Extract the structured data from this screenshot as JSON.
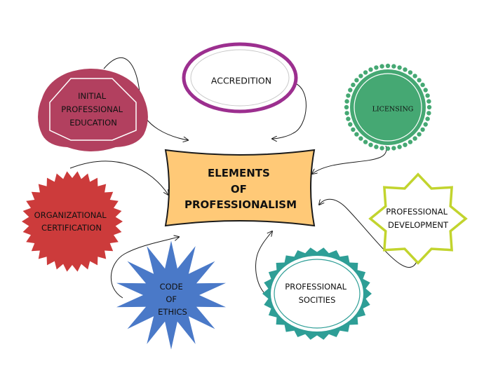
{
  "center": {
    "lines": [
      "ELEMENTS",
      "OF",
      "PROFESSIONALISM"
    ],
    "fill": "#ffc977"
  },
  "nodes": {
    "initial_education": {
      "lines": [
        "INITIAL",
        "PROFESSIONAL",
        "EDUCATION"
      ],
      "color": "#b2405f"
    },
    "accreditation": {
      "lines": [
        "ACCREDITION"
      ],
      "color": "#9c2f8f"
    },
    "licensing": {
      "lines": [
        "LICENSING"
      ],
      "color": "#45a873"
    },
    "organizational_certification": {
      "lines": [
        "ORGANIZATIONAL",
        "CERTIFICATION"
      ],
      "color": "#cc3b3b"
    },
    "professional_development": {
      "lines": [
        "PROFESSIONAL",
        "DEVELOPMENT"
      ],
      "color": "#c2d42e"
    },
    "code_of_ethics": {
      "lines": [
        "CODE",
        "OF",
        "ETHICS"
      ],
      "color": "#4a79c8"
    },
    "professional_societies": {
      "lines": [
        "PROFESSIONAL",
        "SOCITIES"
      ],
      "color": "#2e9e96"
    }
  }
}
